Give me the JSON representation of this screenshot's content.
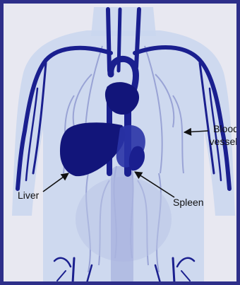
{
  "labels": {
    "blood_vessels_line1": "Blood",
    "blood_vessels_line2": "vessels",
    "liver": "Liver",
    "spleen": "Spleen"
  },
  "colors": {
    "frame": "#2e2f8a",
    "background": "#e8e8f1",
    "body_silhouette": "#c9d6ef",
    "vessel_dark": "#1a1f8f",
    "vessel_light": "#8d96cf",
    "organ_dark": "#12157a"
  }
}
